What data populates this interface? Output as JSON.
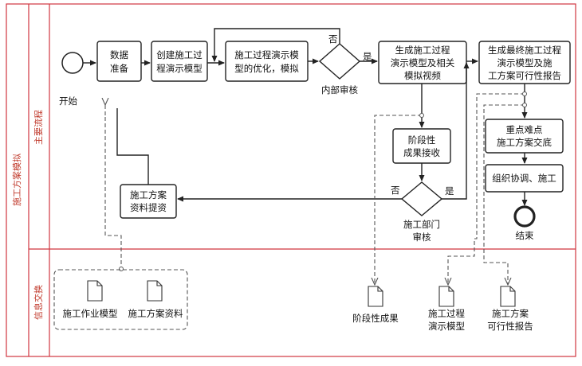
{
  "pool": {
    "title": "施工方案模拟"
  },
  "lanes": {
    "main": "主要流程",
    "info": "信息交换"
  },
  "events": {
    "start": "开始",
    "end": "结束"
  },
  "tasks": {
    "data_prep": [
      "数据",
      "准备"
    ],
    "create_model": [
      "创建施工过",
      "程演示模型"
    ],
    "optimize": [
      "施工过程演示模",
      "型的优化，模拟"
    ],
    "generate": [
      "生成施工过程",
      "演示模型及相关",
      "模拟视频"
    ],
    "final": [
      "生成最终施工过程",
      "演示模型及施",
      "工方案可行性报告"
    ],
    "stage_accept": [
      "阶段性",
      "成果接收"
    ],
    "submit": [
      "施工方案",
      "资料提资"
    ],
    "key_points": [
      "重点难点",
      "施工方案交底"
    ],
    "coordinate": [
      "组织协调、施工"
    ]
  },
  "gateways": {
    "internal_review": "内部审核",
    "construction_review": [
      "施工部门",
      "审核"
    ],
    "yes": "是",
    "no": "否"
  },
  "artifacts": {
    "work_model": "施工作业模型",
    "plan_data": "施工方案资料",
    "stage_result": "阶段性成果",
    "process_model": [
      "施工过程",
      "演示模型"
    ],
    "feasibility": [
      "施工方案",
      "可行性报告"
    ]
  }
}
